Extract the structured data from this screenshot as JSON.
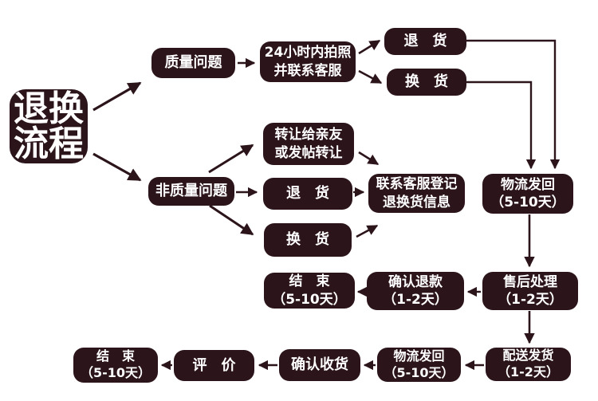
{
  "palette": {
    "box_bg": "#2b141a",
    "box_text": "#ffffff",
    "arrow": "#2b141a",
    "page_bg": "#ffffff"
  },
  "title": {
    "lines": [
      "退换",
      "流程"
    ]
  },
  "nodes": {
    "quality": {
      "label": "质量问题"
    },
    "photo24": {
      "line1": "24小时内拍照",
      "line2": "并联系客服"
    },
    "return_top": {
      "label": "退　货"
    },
    "exchange_top": {
      "label": "换　货"
    },
    "transfer": {
      "line1": "转让给亲友",
      "line2": "或发帖转让"
    },
    "nonquality": {
      "label": "非质量问题"
    },
    "return_mid": {
      "label": "退　货"
    },
    "exchange_mid": {
      "label": "换　货"
    },
    "register": {
      "line1": "联系客服登记",
      "line2": "退换货信息"
    },
    "logistics_right": {
      "line1": "物流发回",
      "line2": "（5-10天）"
    },
    "aftersales": {
      "line1": "售后处理",
      "line2": "（1-2天）"
    },
    "refund": {
      "line1": "确认退款",
      "line2": "（1-2天）"
    },
    "end_mid": {
      "line1": "结　束",
      "line2": "（5-10天）"
    },
    "delivery": {
      "line1": "配送发货",
      "line2": "（1-2天）"
    },
    "logistics_bottom": {
      "line1": "物流发回",
      "line2": "（5-10天）"
    },
    "receipt": {
      "label": "确认收货"
    },
    "evaluate": {
      "label": "评　价"
    },
    "end_bottom": {
      "line1": "结　束",
      "line2": "（5-10天）"
    }
  },
  "edges": [
    {
      "from": "退换流程",
      "to": "质量问题"
    },
    {
      "from": "退换流程",
      "to": "非质量问题"
    },
    {
      "from": "质量问题",
      "to": "24小时内拍照并联系客服"
    },
    {
      "from": "24小时内拍照并联系客服",
      "to": "退货"
    },
    {
      "from": "24小时内拍照并联系客服",
      "to": "换货"
    },
    {
      "from": "退货",
      "to": "物流发回（5-10天）"
    },
    {
      "from": "换货",
      "to": "物流发回（5-10天）"
    },
    {
      "from": "非质量问题",
      "to": "转让给亲友或发帖转让"
    },
    {
      "from": "非质量问题",
      "to": "退货"
    },
    {
      "from": "非质量问题",
      "to": "换货"
    },
    {
      "from": "转让给亲友或发帖转让",
      "to": "联系客服登记退换货信息"
    },
    {
      "from": "退货",
      "to": "联系客服登记退换货信息"
    },
    {
      "from": "换货",
      "to": "联系客服登记退换货信息"
    },
    {
      "from": "物流发回（5-10天）",
      "to": "售后处理（1-2天）"
    },
    {
      "from": "售后处理（1-2天）",
      "to": "确认退款（1-2天）"
    },
    {
      "from": "确认退款（1-2天）",
      "to": "结束（5-10天）"
    },
    {
      "from": "售后处理（1-2天）",
      "to": "配送发货（1-2天）"
    },
    {
      "from": "配送发货（1-2天）",
      "to": "物流发回（5-10天）"
    },
    {
      "from": "物流发回（5-10天）",
      "to": "确认收货"
    },
    {
      "from": "确认收货",
      "to": "评价"
    },
    {
      "from": "评价",
      "to": "结束（5-10天）"
    }
  ]
}
